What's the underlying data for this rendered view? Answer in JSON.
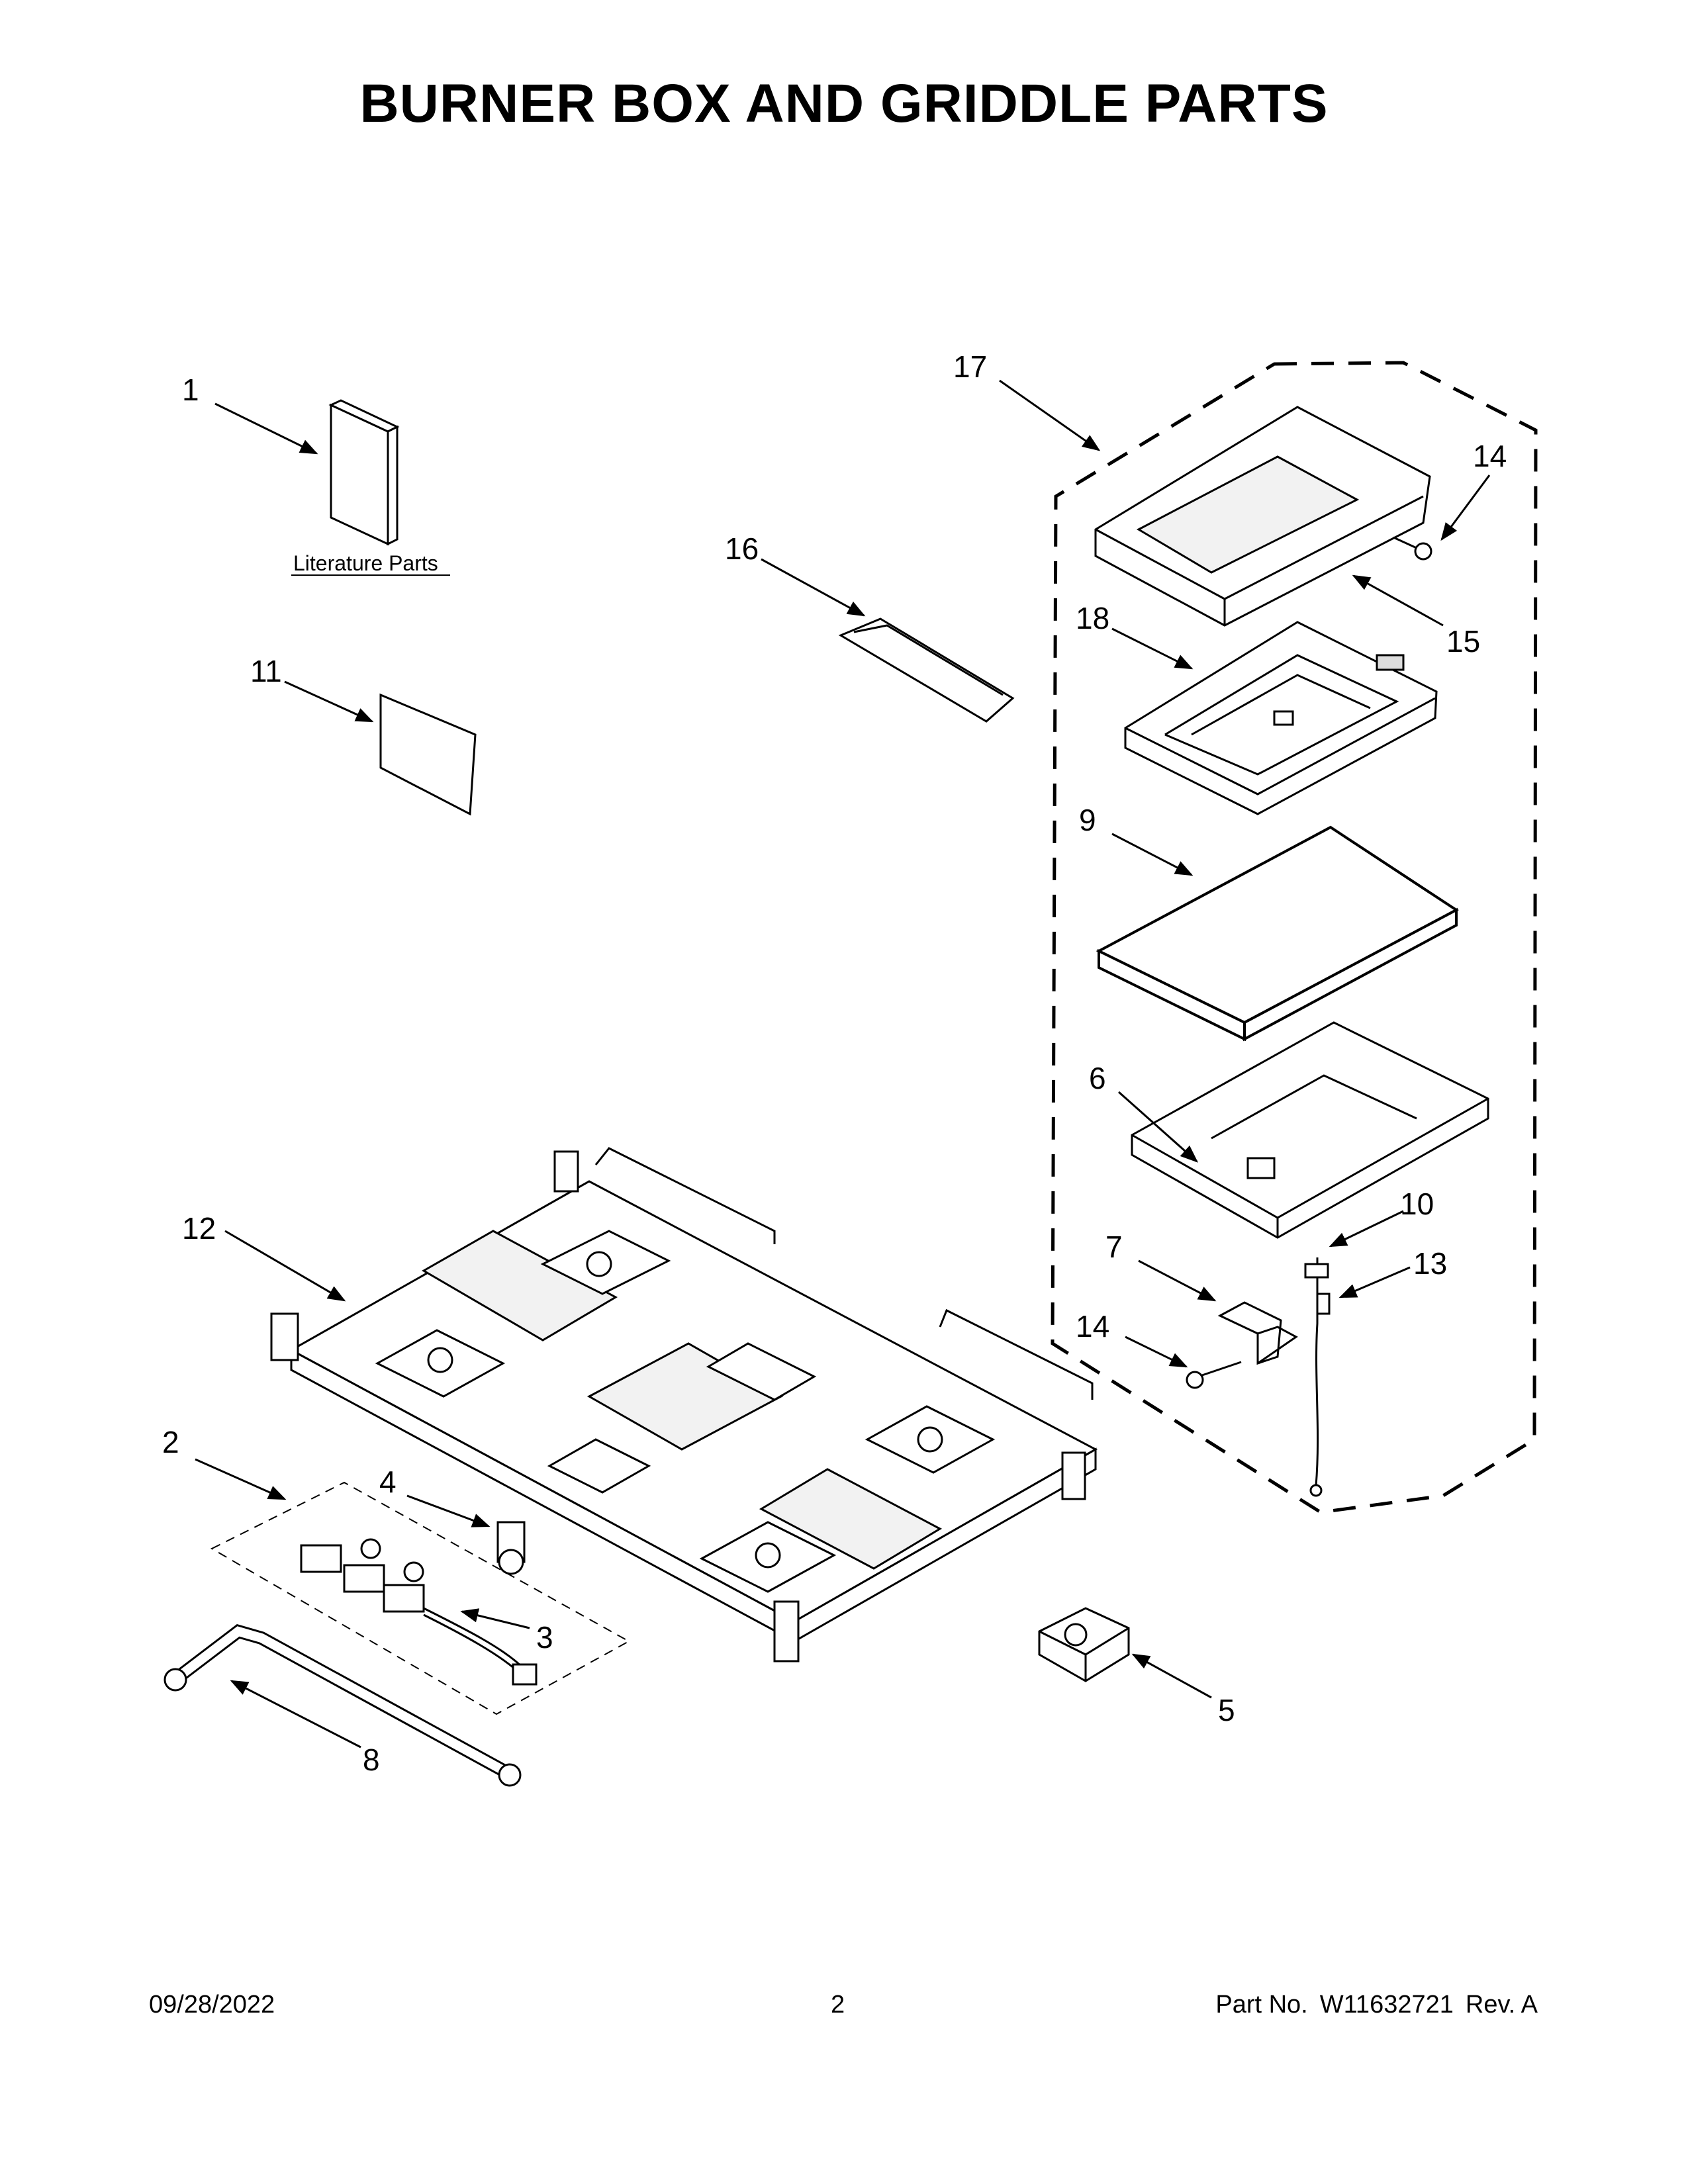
{
  "page": {
    "title": "BURNER BOX AND GRIDDLE PARTS",
    "footer": {
      "date": "09/28/2022",
      "page_number": "2",
      "part_label": "Part No.",
      "part_number": "W11632721",
      "revision": "Rev. A"
    }
  },
  "diagram": {
    "literature_label": "Literature Parts",
    "callouts": [
      "1",
      "2",
      "3",
      "4",
      "5",
      "6",
      "7",
      "8",
      "9",
      "10",
      "11",
      "12",
      "13",
      "14",
      "14",
      "15",
      "16",
      "17",
      "18"
    ]
  }
}
